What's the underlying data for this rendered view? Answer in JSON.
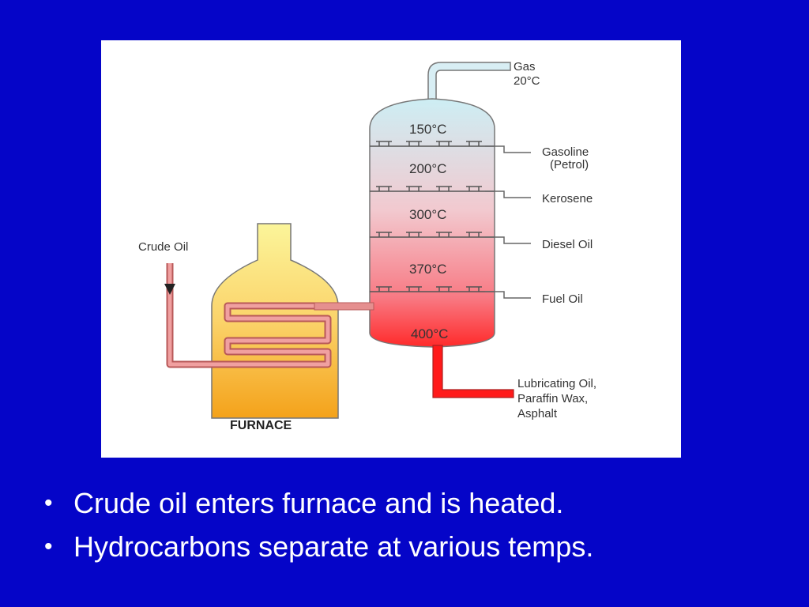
{
  "diagram": {
    "labels": {
      "gas": "Gas",
      "gas_temp": "20°C",
      "crude_oil": "Crude Oil",
      "furnace": "FURNACE",
      "gasoline_1": "Gasoline",
      "gasoline_2": "(Petrol)",
      "kerosene": "Kerosene",
      "diesel": "Diesel Oil",
      "fuel_oil": "Fuel Oil",
      "residue_1": "Lubricating Oil,",
      "residue_2": "Paraffin Wax,",
      "residue_3": "Asphalt"
    },
    "temperatures": [
      "150°C",
      "200°C",
      "300°C",
      "370°C",
      "400°C"
    ],
    "colors": {
      "column_top": "#cdeef4",
      "column_mid": "#f4c0c8",
      "column_bottom": "#ff2020",
      "furnace_top": "#fbf59a",
      "furnace_bottom": "#f4a21a",
      "pipe": "#d98080",
      "residue_pipe": "#ff1a1a"
    }
  },
  "bullets": {
    "marker": "•",
    "items": [
      "Crude oil enters furnace and is heated.",
      "Hydrocarbons separate at various temps."
    ]
  }
}
